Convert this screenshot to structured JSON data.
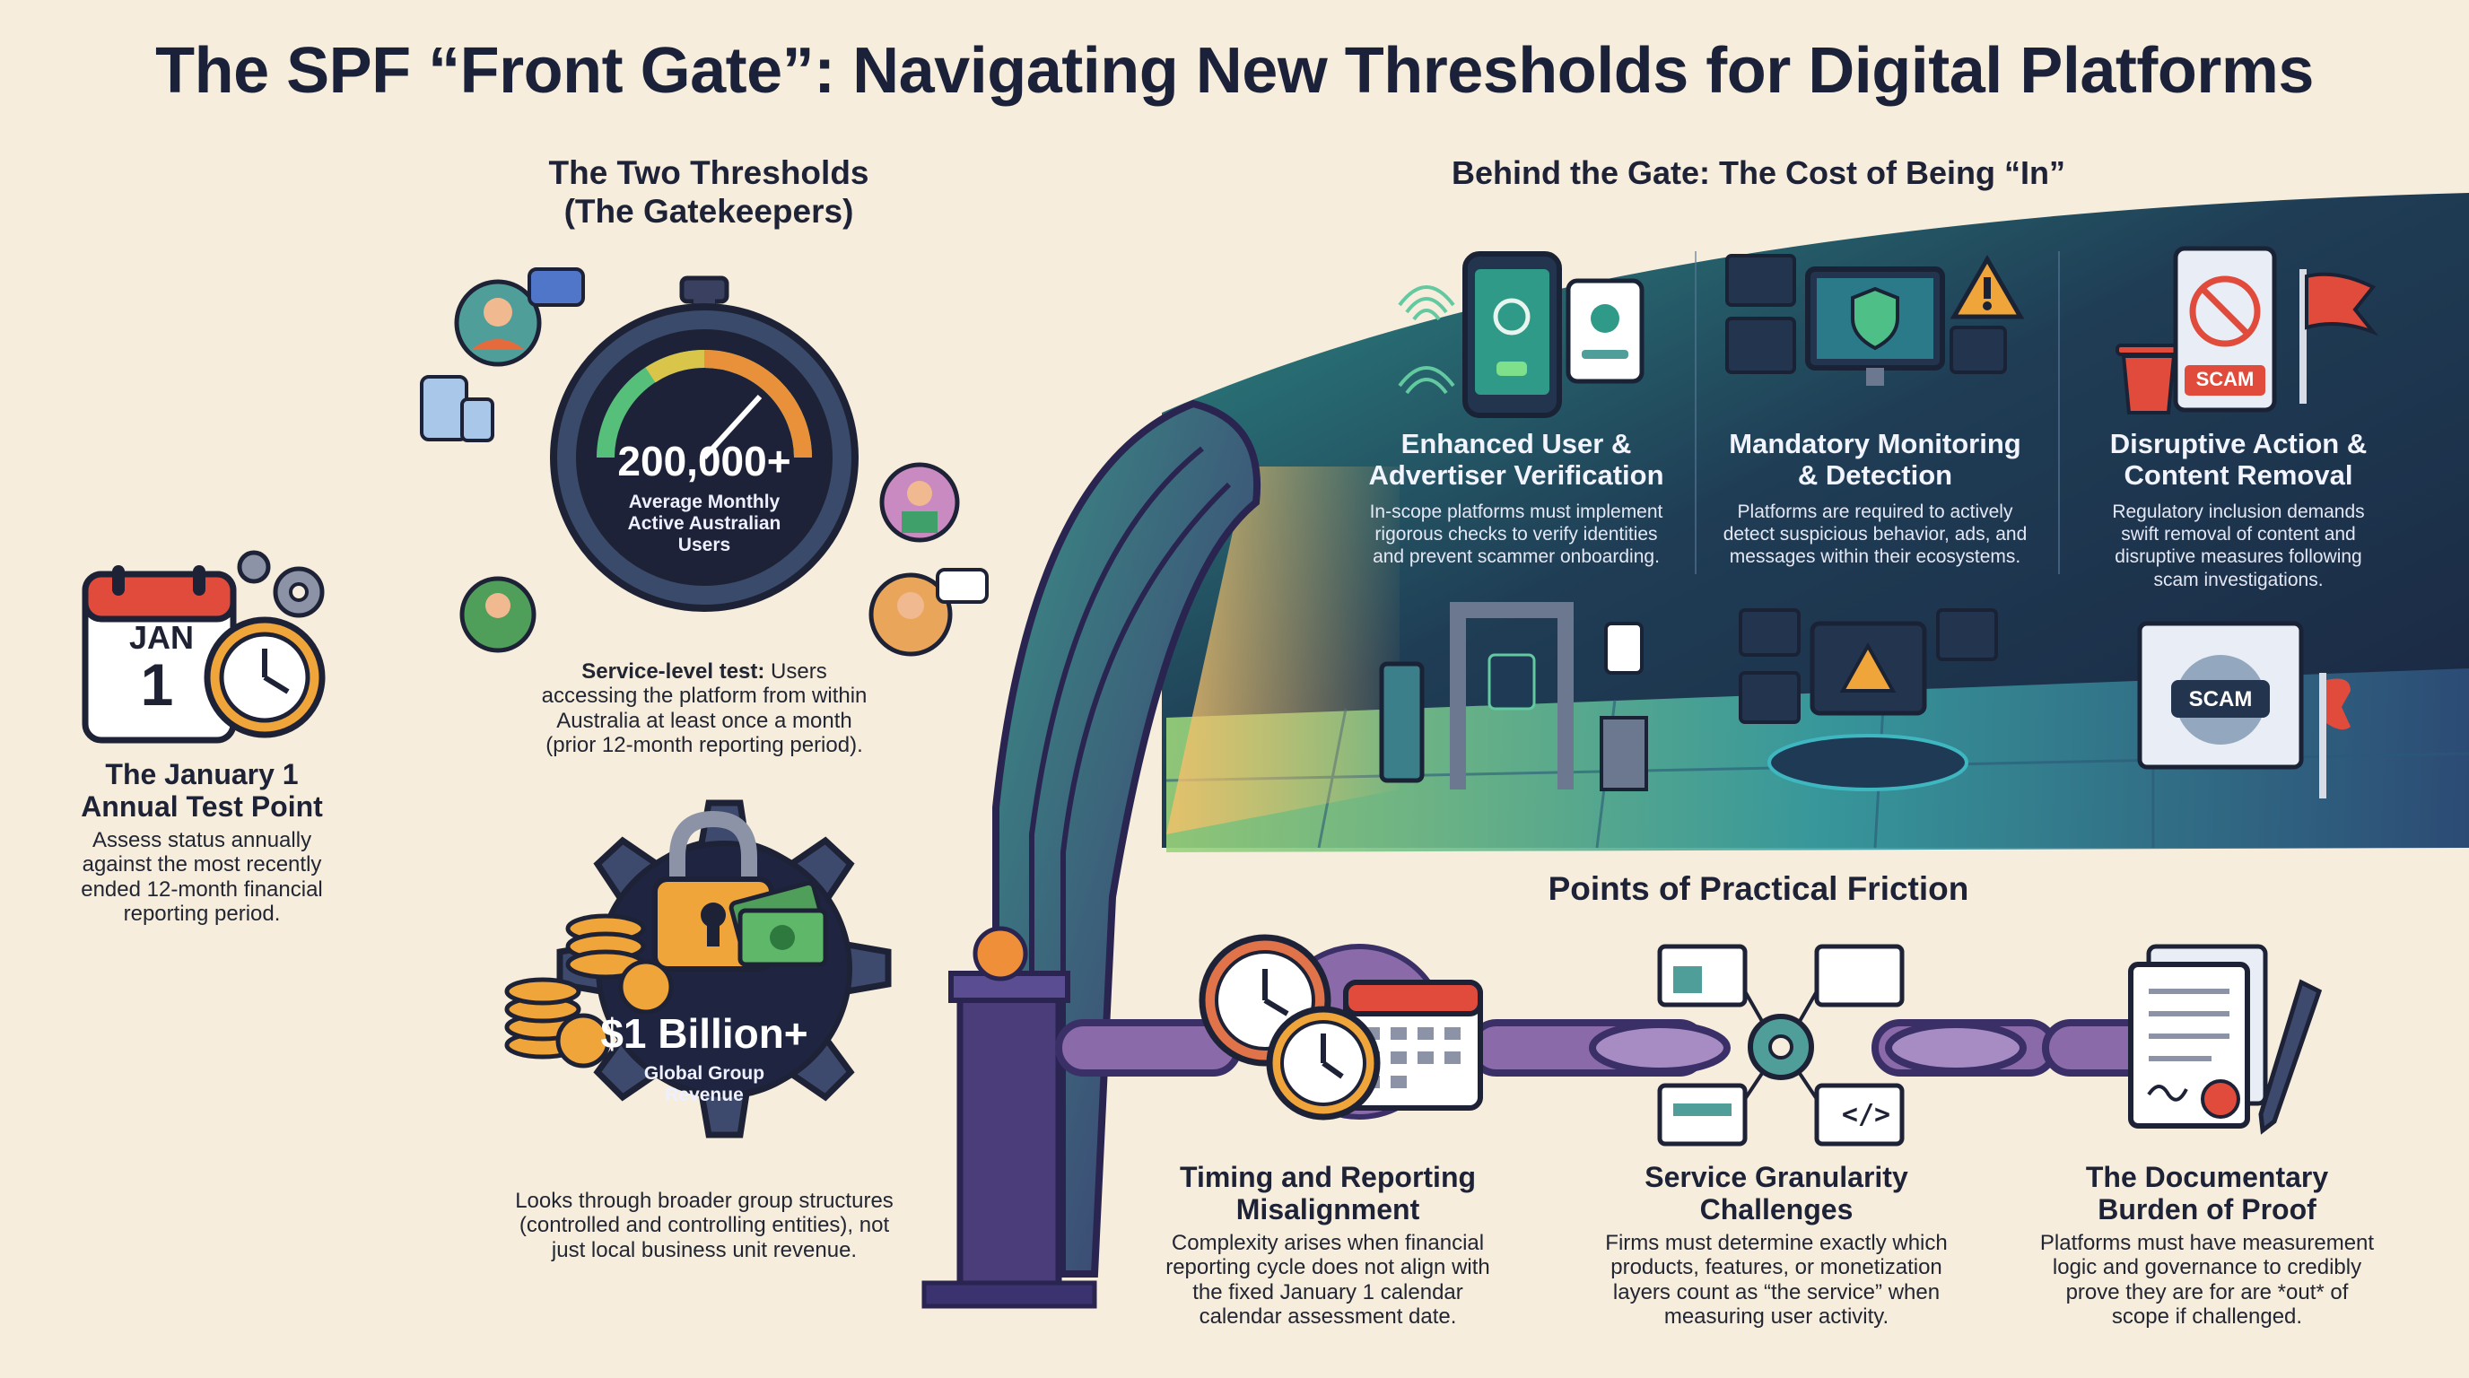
{
  "title": "The SPF “Front Gate”: Navigating New Thresholds for Digital Platforms",
  "thresholds": {
    "heading_line1": "The Two Thresholds",
    "heading_line2": "(The Gatekeepers)",
    "users": {
      "value": "200,000+",
      "label_line1": "Average Monthly",
      "label_line2": "Active Australian",
      "label_line3": "Users",
      "desc_bold": "Service-level test:",
      "desc_line1": " Users",
      "desc_line2": "accessing the platform from within",
      "desc_line3": "Australia at least once a month",
      "desc_line4": "(prior 12-month reporting period)."
    },
    "revenue": {
      "value": "$1 Billion+",
      "label_line1": "Global Group",
      "label_line2": "Revenue",
      "desc_line1": "Looks through broader group structures",
      "desc_line2": "(controlled and controlling entities), not",
      "desc_line3": "just local business unit revenue."
    }
  },
  "test_point": {
    "calendar_month": "JAN",
    "calendar_day": "1",
    "heading_line1": "The January 1",
    "heading_line2": "Annual Test Point",
    "desc_line1": "Assess status annually",
    "desc_line2": "against the most recently",
    "desc_line3": "ended 12-month financial",
    "desc_line4": "reporting period."
  },
  "behind_gate": {
    "heading": "Behind the Gate: The Cost of Being “In”",
    "items": [
      {
        "title_line1": "Enhanced User &",
        "title_line2": "Advertiser Verification",
        "desc_line1": "In-scope platforms must implement",
        "desc_line2": "rigorous checks to verify identities",
        "desc_line3": "and prevent scammer onboarding."
      },
      {
        "title_line1": "Mandatory Monitoring",
        "title_line2": "& Detection",
        "desc_line1": "Platforms are required to actively",
        "desc_line2": "detect suspicious behavior, ads, and",
        "desc_line3": "messages within their ecosystems."
      },
      {
        "title_line1": "Disruptive Action &",
        "title_line2": "Content Removal",
        "desc_line1": "Regulatory inclusion demands",
        "desc_line2": "swift removal of content and",
        "desc_line3": "disruptive measures following",
        "desc_line4": "scam investigations."
      }
    ],
    "scam_label": "SCAM"
  },
  "friction": {
    "heading": "Points of Practical Friction",
    "items": [
      {
        "title_line1": "Timing and Reporting",
        "title_line2": "Misalignment",
        "desc_line1": "Complexity arises when financial",
        "desc_line2": "reporting cycle does not align with",
        "desc_line3": "the fixed January 1 calendar",
        "desc_line4": "calendar assessment date."
      },
      {
        "title_line1": "Service Granularity",
        "title_line2": "Challenges",
        "desc_line1": "Firms must determine exactly which",
        "desc_line2": "products, features, or monetization",
        "desc_line3": "layers count as “the service” when",
        "desc_line4": "measuring user activity."
      },
      {
        "title_line1": "The Documentary",
        "title_line2": "Burden of Proof",
        "desc_line1": "Platforms must have measurement",
        "desc_line2": "logic and governance to credibly",
        "desc_line3": "prove they are for are *out* of",
        "desc_line4": "scope if challenged."
      }
    ]
  },
  "colors": {
    "background": "#f6eddc",
    "navy": "#1b2138",
    "teal": "#2f8f8a",
    "dark_panel": "#1c2d45",
    "gate_purple": "#4a3d7a",
    "red": "#e04b3c",
    "gold": "#f0a53a",
    "green": "#4f9e5a"
  },
  "icons": [
    "calendar-icon",
    "clock-icon",
    "gear-icon",
    "gauge-icon",
    "lock-icon",
    "coins-icon",
    "cash-icon",
    "phone-icon",
    "fingerprint-icon",
    "monitor-icon",
    "shield-icon",
    "warning-icon",
    "trash-icon",
    "flag-icon",
    "scam-icon",
    "chain-icon",
    "document-icon",
    "pen-icon",
    "code-icon"
  ]
}
